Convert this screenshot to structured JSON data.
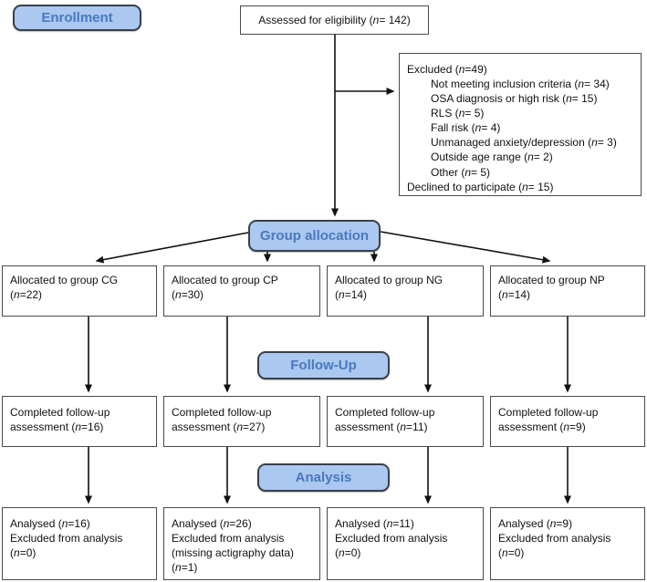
{
  "stages": {
    "enrollment": "Enrollment",
    "group_allocation": "Group allocation",
    "follow_up": "Follow-Up",
    "analysis": "Analysis"
  },
  "assessed": "Assessed for eligibility (n= 142)",
  "excluded": {
    "title": "Excluded (n=49)",
    "reasons": [
      "Not meeting inclusion criteria (n= 34)",
      "OSA diagnosis or high risk (n= 15)",
      "RLS (n= 5)",
      "Fall risk (n= 4)",
      "Unmanaged anxiety/depression (n= 3)",
      "Outside age range (n= 2)",
      "Other (n= 5)"
    ],
    "declined": "Declined to participate (n= 15)"
  },
  "groups": [
    {
      "id": "CG",
      "alloc": [
        "Allocated to group CG",
        "(n=22)"
      ],
      "followup": [
        "Completed follow-up",
        "assessment (n=16)"
      ],
      "analysis": [
        "Analysed (n=16)",
        "Excluded from analysis",
        "(n=0)"
      ]
    },
    {
      "id": "CP",
      "alloc": [
        "Allocated to group CP",
        "(n=30)"
      ],
      "followup": [
        "Completed follow-up",
        "assessment (n=27)"
      ],
      "analysis": [
        "Analysed (n=26)",
        "Excluded from analysis",
        "(missing actigraphy data)",
        "(n=1)"
      ]
    },
    {
      "id": "NG",
      "alloc": [
        "Allocated to group NG",
        "(n=14)"
      ],
      "followup": [
        "Completed follow-up",
        "assessment (n=11)"
      ],
      "analysis": [
        "Analysed (n=11)",
        "Excluded from analysis",
        "(n=0)"
      ]
    },
    {
      "id": "NP",
      "alloc": [
        "Allocated to group NP",
        "(n=14)"
      ],
      "followup": [
        "Completed follow-up",
        "assessment (n=9)"
      ],
      "analysis": [
        "Analysed (n=9)",
        "Excluded from analysis",
        "(n=0)"
      ]
    }
  ],
  "colors": {
    "stage_fill": "#ABC8F1",
    "stage_text": "#4A79BD",
    "box_border": "#4A4A4A",
    "arrow": "#111111"
  }
}
